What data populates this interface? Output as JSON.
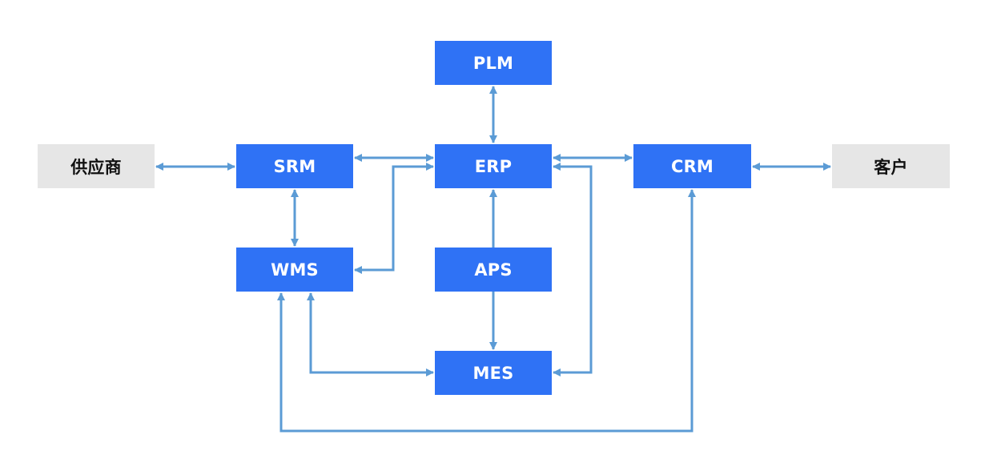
{
  "diagram": {
    "nodes": {
      "plm": "PLM",
      "erp": "ERP",
      "srm": "SRM",
      "crm": "CRM",
      "wms": "WMS",
      "aps": "APS",
      "mes": "MES",
      "supplier": "供应商",
      "customer": "客户"
    },
    "edges": [
      {
        "from": "plm",
        "to": "erp",
        "direction": "both"
      },
      {
        "from": "supplier",
        "to": "srm",
        "direction": "both"
      },
      {
        "from": "srm",
        "to": "erp",
        "direction": "both"
      },
      {
        "from": "erp",
        "to": "crm",
        "direction": "both"
      },
      {
        "from": "crm",
        "to": "customer",
        "direction": "both"
      },
      {
        "from": "srm",
        "to": "wms",
        "direction": "both"
      },
      {
        "from": "erp",
        "to": "wms",
        "direction": "both"
      },
      {
        "from": "aps",
        "to": "erp",
        "direction": "to"
      },
      {
        "from": "aps",
        "to": "mes",
        "direction": "to"
      },
      {
        "from": "erp",
        "to": "mes",
        "direction": "both"
      },
      {
        "from": "wms",
        "to": "mes",
        "direction": "both"
      },
      {
        "from": "wms",
        "to": "crm",
        "direction": "both"
      }
    ],
    "colors": {
      "system_box": "#2f72f5",
      "external_box": "#e6e6e6",
      "connector": "#5b9bd5"
    }
  }
}
